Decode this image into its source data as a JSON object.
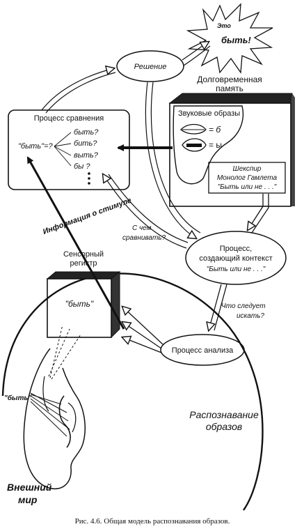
{
  "labels": {
    "insight": "Это быть!",
    "decision": "Решение",
    "ltm": "Долговременная память",
    "ltm_line1": "Долговременная",
    "ltm_line2": "память",
    "sound_images": "Звуковые образы",
    "sound_b": "= б",
    "sound_y": "= ы",
    "shakespeare": "Шекспир",
    "hamlet": "Монолог Гамлета",
    "quote": "\"Быть или не . . .\"",
    "compare_title": "Процесс сравнения",
    "byt_query": "\"быть\"=?",
    "opt1": "быть?",
    "opt2": "бить?",
    "opt3": "выть?",
    "opt4": "бы ?",
    "stimulus_info": "Информация о стимуле",
    "what_compare_1": "С чем",
    "what_compare_2": "сравнивать?",
    "context_1": "Процесс,",
    "context_2": "создающий контекст",
    "context_3": "\"Быть или не . . .\"",
    "sensory_1": "Сенсорный",
    "sensory_2": "регистр",
    "sensory_word": "\"быть\"",
    "what_next_1": "Что следует",
    "what_next_2": "искать?",
    "analysis": "Процесс анализа",
    "byt_world": "\"быть\"",
    "pattern_1": "Распознавание",
    "pattern_2": "образов",
    "world_1": "Внешний",
    "world_2": "мир",
    "caption": "Рис. 4.6. Общая модель распознавания образов."
  }
}
